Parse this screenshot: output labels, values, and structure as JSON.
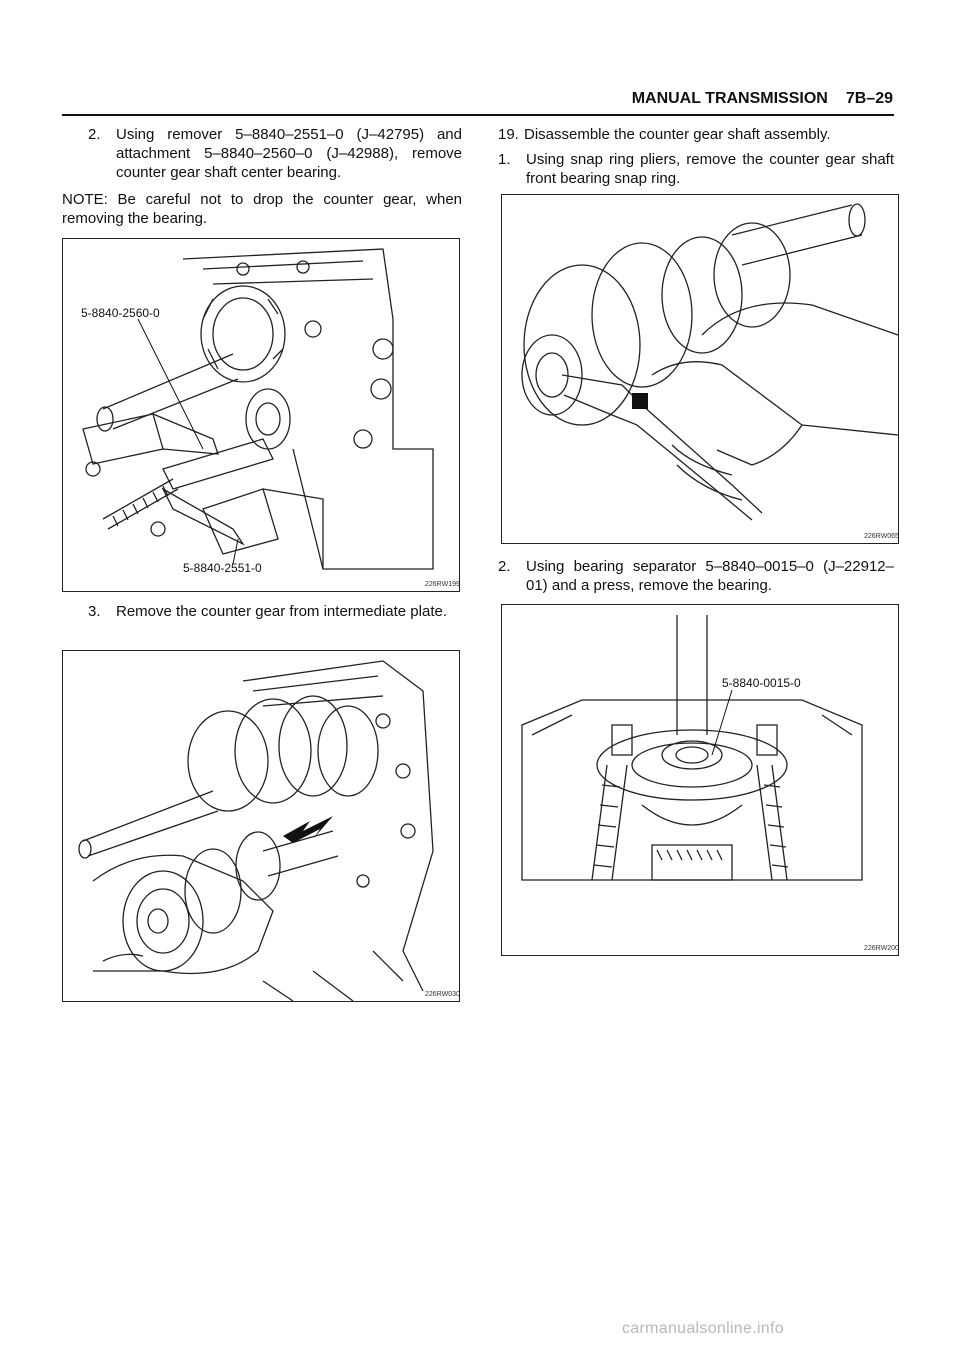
{
  "header": {
    "section": "MANUAL TRANSMISSION",
    "page": "7B–29"
  },
  "left": {
    "step2": {
      "num": "2.",
      "text": "Using remover 5–8840–2551–0 (J–42795) and attachment 5–8840–2560–0 (J–42988), remove counter gear shaft center bearing."
    },
    "note": "NOTE: Be careful not to drop the counter gear, when removing the bearing.",
    "figure1": {
      "id": "226RW199",
      "callout_top": "5-8840-2560-0",
      "callout_bottom": "5-8840-2551-0"
    },
    "step3": {
      "num": "3.",
      "text": "Remove the counter gear from intermediate plate."
    },
    "figure2": {
      "id": "226RW030"
    }
  },
  "right": {
    "step19": {
      "num": "19.",
      "text": "Disassemble the counter gear shaft assembly."
    },
    "sub1": {
      "num": "1.",
      "text": "Using snap ring pliers, remove the counter gear shaft front bearing snap ring."
    },
    "figure3": {
      "id": "226RW065"
    },
    "sub2": {
      "num": "2.",
      "text": "Using bearing separator 5–8840–0015–0 (J–22912–01) and a press, remove the bearing."
    },
    "figure4": {
      "id": "226RW200",
      "callout": "5-8840-0015-0"
    }
  },
  "watermark": "carmanualsonline.info"
}
